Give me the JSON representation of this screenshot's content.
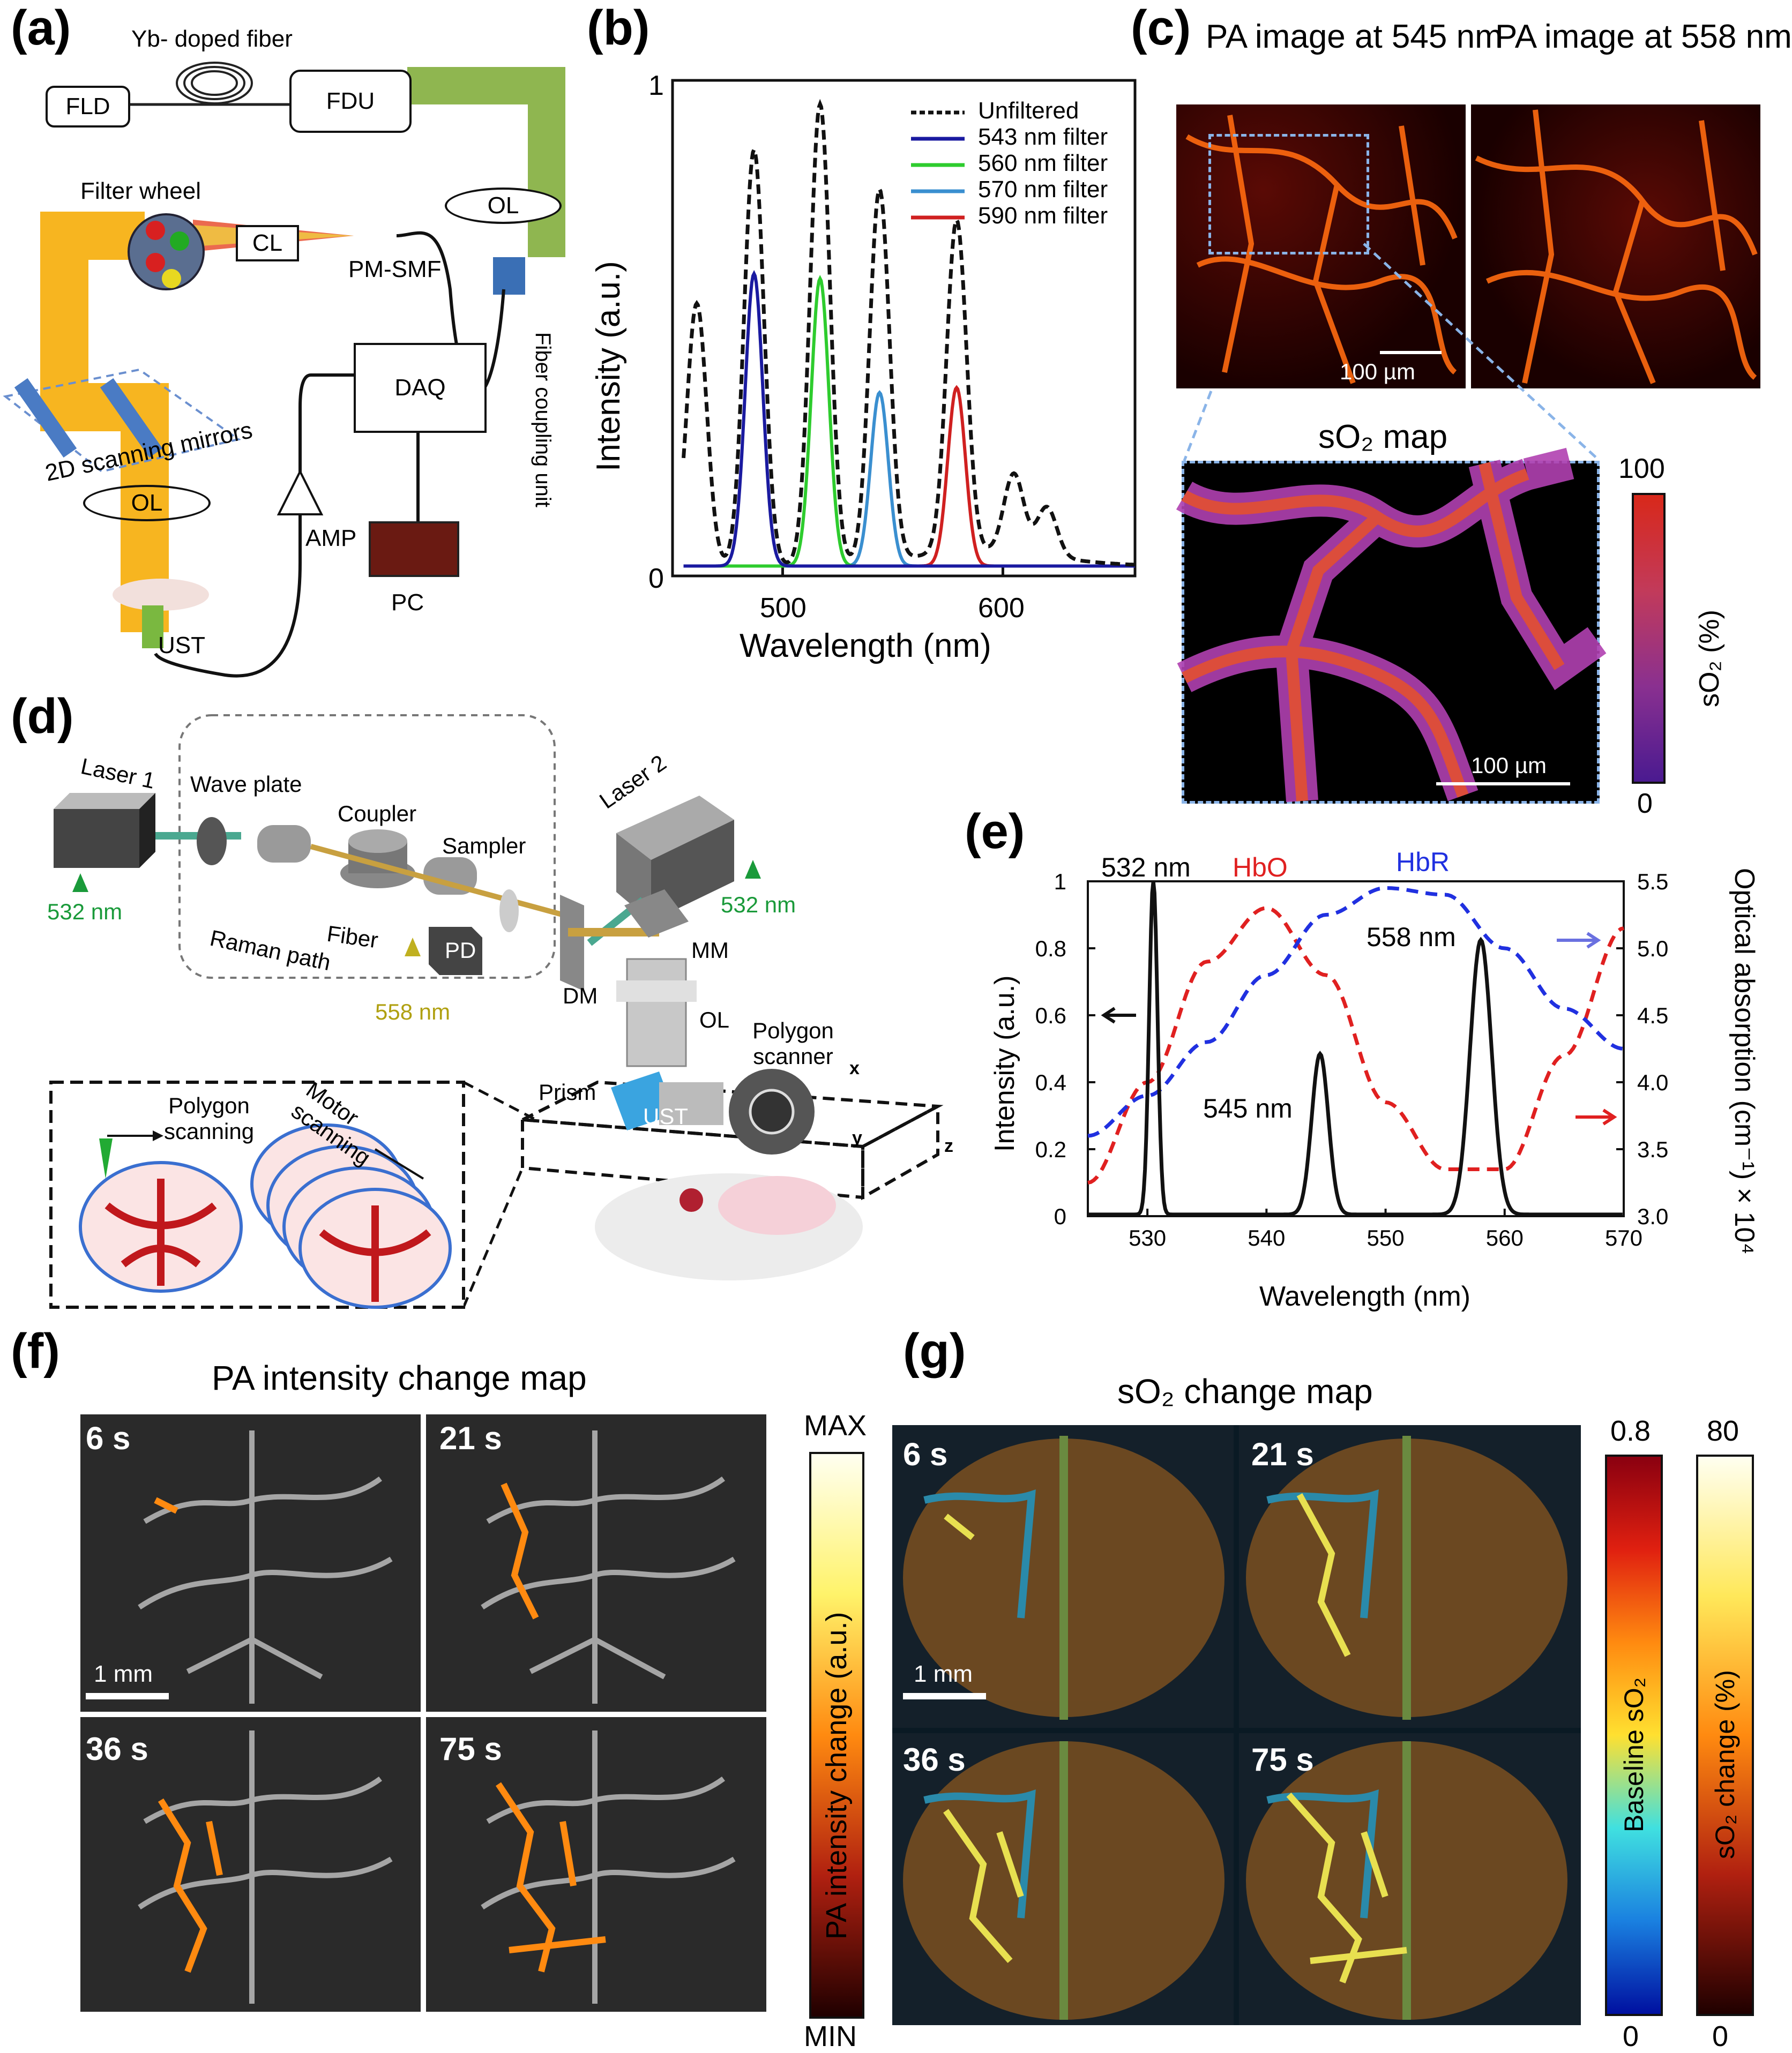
{
  "panels": {
    "a": "(a)",
    "b": "(b)",
    "c": "(c)",
    "d": "(d)",
    "e": "(e)",
    "f": "(f)",
    "g": "(g)"
  },
  "a": {
    "yb_fiber": "Yb- doped fiber",
    "fld": "FLD",
    "fdu": "FDU",
    "ol_top": "OL",
    "filter_wheel": "Filter wheel",
    "cl": "CL",
    "pm_smf": "PM-SMF",
    "fiber_coupling_unit": "Fiber coupling unit",
    "daq": "DAQ",
    "scan_mirrors": "2D scanning mirrors",
    "ol_bottom": "OL",
    "amp": "AMP",
    "pc": "PC",
    "ust": "UST"
  },
  "b": {
    "legend": [
      "Unfiltered",
      "543 nm filter",
      "560 nm filter",
      "570 nm filter",
      "590 nm filter"
    ],
    "colors": [
      "#111111",
      "#1a1aa0",
      "#2ecc2e",
      "#3a8fd0",
      "#d02020"
    ],
    "y_ticks": [
      "1",
      "0"
    ],
    "x_ticks": [
      "500",
      "600"
    ],
    "ylabel": "Intensity (a.u.)",
    "xlabel": "Wavelength (nm)"
  },
  "c": {
    "title_545": "PA image at 545 nm",
    "title_558": "PA image at 558 nm",
    "scale_top": "100 µm",
    "so2_title": "sO₂ map",
    "scale_bottom": "100 µm",
    "cbar_max": "100",
    "cbar_min": "0",
    "cbar_label": "sO₂ (%)"
  },
  "d": {
    "laser1": "Laser 1",
    "wave_plate": "Wave plate",
    "coupler": "Coupler",
    "sampler": "Sampler",
    "laser2": "Laser 2",
    "wl_532_left": "532 nm",
    "wl_532_right": "532 nm",
    "fiber": "Fiber",
    "raman": "Raman path",
    "pd": "PD",
    "wl_558": "558 nm",
    "dm": "DM",
    "mm": "MM",
    "ol": "OL",
    "polygon_scanner": "Polygon scanner",
    "prism": "Prism",
    "ust": "UST",
    "axis_x": "x",
    "axis_y": "y",
    "axis_z": "z",
    "polygon_scanning": "Polygon scanning",
    "motor_scanning": "Motor scanning"
  },
  "e": {
    "peak_532": "532 nm",
    "hbo": "HbO",
    "hbr": "HbR",
    "peak_558": "558 nm",
    "peak_545": "545 nm",
    "y_left_ticks": [
      "1",
      "0.8",
      "0.6",
      "0.4",
      "0.2",
      "0"
    ],
    "y_right_ticks": [
      "5.5",
      "5.0",
      "4.5",
      "4.0",
      "3.5",
      "3.0"
    ],
    "x_ticks": [
      "530",
      "540",
      "550",
      "560",
      "570"
    ],
    "ylabel_left": "Intensity (a.u.)",
    "xlabel": "Wavelength (nm)",
    "ylabel_right": "Optical absorption (cm⁻¹) × 10⁴"
  },
  "f": {
    "title": "PA intensity change map",
    "times": [
      "6 s",
      "21 s",
      "36 s",
      "75 s"
    ],
    "scale": "1 mm",
    "cbar_max": "MAX",
    "cbar_min": "MIN",
    "cbar_label": "PA intensity change (a.u.)"
  },
  "g": {
    "title": "sO₂ change map",
    "times": [
      "6 s",
      "21 s",
      "36 s",
      "75 s"
    ],
    "scale": "1 mm",
    "cbar1_max": "0.8",
    "cbar1_min": "0",
    "cbar1_label": "Baseline sO₂",
    "cbar2_max": "80",
    "cbar2_min": "0",
    "cbar2_label": "sO₂ change (%)"
  },
  "chart_data": [
    {
      "type": "line",
      "panel": "b",
      "xlabel": "Wavelength (nm)",
      "ylabel": "Intensity (a.u.)",
      "xlim": [
        450,
        660
      ],
      "ylim": [
        0,
        1
      ],
      "series": [
        {
          "name": "Unfiltered",
          "peaks": [
            [
              461,
              0.53
            ],
            [
              487,
              0.84
            ],
            [
              517,
              0.93
            ],
            [
              544,
              0.75
            ],
            [
              579,
              0.67
            ],
            [
              605,
              0.16
            ],
            [
              620,
              0.1
            ]
          ]
        },
        {
          "name": "543 nm filter",
          "peaks": [
            [
              487,
              0.59
            ]
          ]
        },
        {
          "name": "560 nm filter",
          "peaks": [
            [
              517,
              0.58
            ]
          ]
        },
        {
          "name": "570 nm filter",
          "peaks": [
            [
              544,
              0.35
            ]
          ]
        },
        {
          "name": "590 nm filter",
          "peaks": [
            [
              579,
              0.36
            ]
          ]
        }
      ]
    },
    {
      "type": "line",
      "panel": "e",
      "xlabel": "Wavelength (nm)",
      "ylabel": "Intensity (a.u.)",
      "y2label": "Optical absorption (cm⁻¹) × 10⁴",
      "xlim": [
        525,
        570
      ],
      "ylim": [
        0,
        1
      ],
      "y2lim": [
        3.0,
        5.5
      ],
      "series": [
        {
          "name": "HbO",
          "axis": "right",
          "x": [
            525,
            530,
            535,
            540,
            545,
            550,
            555,
            560,
            565,
            570
          ],
          "y": [
            3.25,
            4.0,
            4.9,
            5.3,
            4.8,
            3.85,
            3.35,
            3.35,
            4.2,
            5.15
          ]
        },
        {
          "name": "HbR",
          "axis": "right",
          "x": [
            525,
            530,
            535,
            540,
            545,
            550,
            555,
            560,
            565,
            570
          ],
          "y": [
            3.6,
            3.9,
            4.3,
            4.8,
            5.25,
            5.45,
            5.4,
            5.0,
            4.55,
            4.25
          ]
        },
        {
          "name": "532 nm",
          "axis": "left",
          "peak": [
            530.5,
            1.0
          ]
        },
        {
          "name": "545 nm",
          "axis": "left",
          "peak": [
            544.5,
            0.48
          ]
        },
        {
          "name": "558 nm",
          "axis": "left",
          "peak": [
            558,
            0.82
          ]
        }
      ]
    }
  ]
}
